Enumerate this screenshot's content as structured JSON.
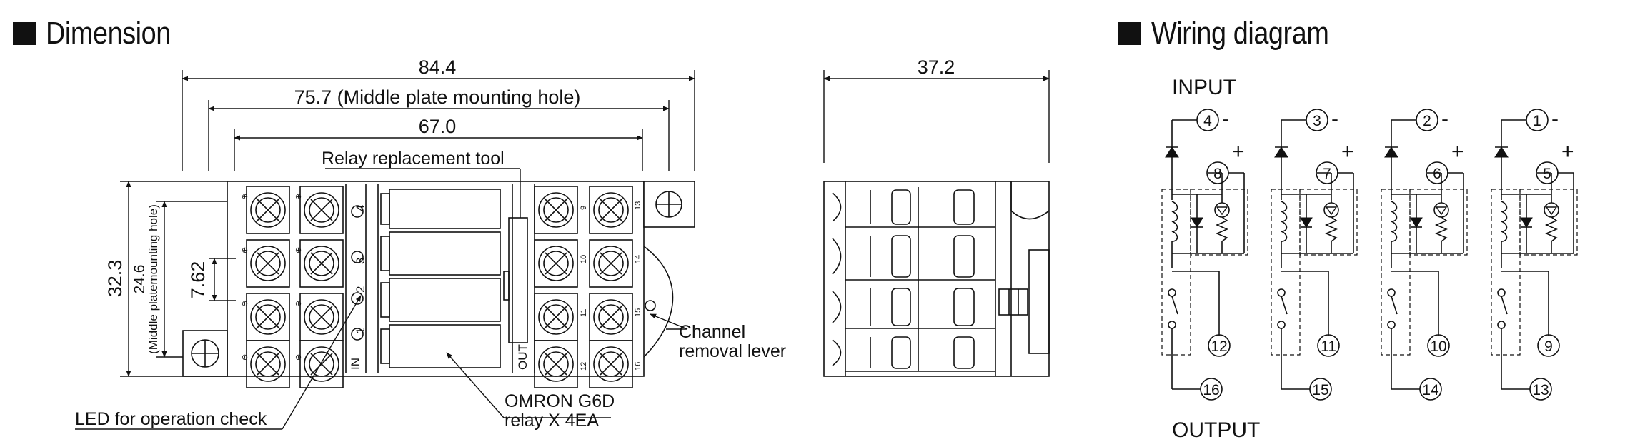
{
  "dimension": {
    "heading": "Dimension",
    "overall_width": "84.4",
    "mount_hole_width": "75.7 (Middle plate mounting hole)",
    "body_width": "67.0",
    "side_width": "37.2",
    "height": "32.3",
    "mount_hole_height": "24.6",
    "mount_hole_height_note": "(Middle platemounting hole)",
    "pitch": "7.62",
    "relay_tool_label": "Relay replacement tool",
    "channel_lever_label": [
      "Channel",
      "removal lever"
    ],
    "led_label": "LED for operation check",
    "relay_label": [
      "OMRON G6D",
      "relay X 4EA"
    ],
    "in_label": "IN",
    "out_label": "OUT",
    "channel_numbers": [
      "4",
      "3",
      "2",
      "1"
    ],
    "left_terminal_marks": [
      "⊕",
      "⊕",
      "⊖",
      "⊖"
    ],
    "right_terminal_numbers": [
      "9",
      "10",
      "11",
      "12",
      "13",
      "14",
      "15",
      "16"
    ]
  },
  "wiring": {
    "heading": "Wiring diagram",
    "input_label": "INPUT",
    "output_label": "OUTPUT",
    "minus": "-",
    "plus": "+",
    "channels": [
      {
        "neg": "4",
        "pos": "8",
        "out_a": "12",
        "out_b": "16"
      },
      {
        "neg": "3",
        "pos": "7",
        "out_a": "11",
        "out_b": "15"
      },
      {
        "neg": "2",
        "pos": "6",
        "out_a": "10",
        "out_b": "14"
      },
      {
        "neg": "1",
        "pos": "5",
        "out_a": "9",
        "out_b": "13"
      }
    ]
  }
}
